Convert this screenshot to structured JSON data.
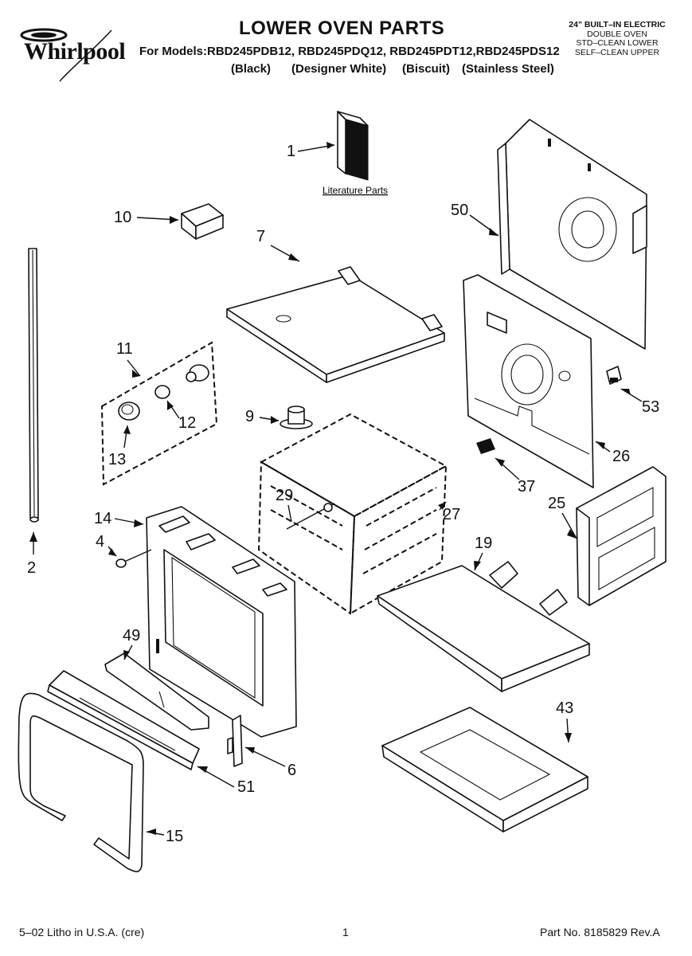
{
  "header": {
    "brand": "Whirlpool",
    "title": "LOWER OVEN PARTS",
    "models_line": "For Models:RBD245PDB12, RBD245PDQ12, RBD245PDT12,RBD245PDS12",
    "colors": [
      "(Black)",
      "(Designer White)",
      "(Biscuit)",
      "(Stainless Steel)"
    ],
    "specs": [
      "24\" BUILT–IN ELECTRIC",
      "DOUBLE OVEN",
      "STD–CLEAN LOWER",
      "SELF–CLEAN UPPER"
    ]
  },
  "diagram": {
    "literature_label": "Literature Parts",
    "callouts": {
      "c1": "1",
      "c2": "2",
      "c4": "4",
      "c6": "6",
      "c7": "7",
      "c9": "9",
      "c10": "10",
      "c11": "11",
      "c12": "12",
      "c13": "13",
      "c14": "14",
      "c15": "15",
      "c19": "19",
      "c25": "25",
      "c26": "26",
      "c27": "27",
      "c29": "29",
      "c37": "37",
      "c43": "43",
      "c49": "49",
      "c50": "50",
      "c51": "51",
      "c53": "53"
    }
  },
  "footer": {
    "litho": "5–02 Litho in U.S.A. (cre)",
    "page": "1",
    "part_no": "Part No. 8185829 Rev.A"
  }
}
